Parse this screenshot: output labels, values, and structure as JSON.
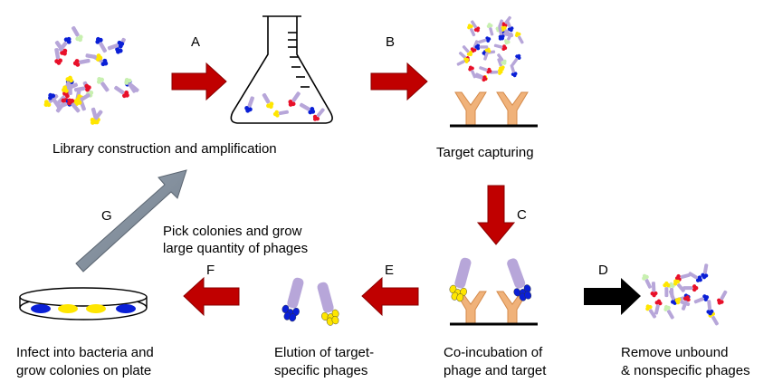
{
  "steps": {
    "a": "A",
    "b": "B",
    "c": "C",
    "d": "D",
    "e": "E",
    "f": "F",
    "g": "G"
  },
  "labels": {
    "library": "Library construction and amplification",
    "target_capturing": "Target capturing",
    "pick_line1": "Pick colonies and grow",
    "pick_line2": "large quantity of phages",
    "coinc_line1": "Co-incubation of",
    "coinc_line2": "phage and target",
    "remove_line1": "Remove unbound",
    "remove_line2": "& nonspecific phages",
    "elution_line1": "Elution of target-",
    "elution_line2": "specific phages",
    "infect_line1": "Infect into bacteria and",
    "infect_line2": "grow colonies on plate"
  },
  "colors": {
    "arrow_red": "#c00000",
    "arrow_gray": "#7f8c9b",
    "arrow_black": "#000000",
    "antibody": "#f0b27a",
    "phage_body": "#b7a6d9",
    "tip_blue": "#0a1fd6",
    "tip_yellow": "#ffe600",
    "tip_red": "#e8102a",
    "tip_green": "#c8f0b0"
  }
}
